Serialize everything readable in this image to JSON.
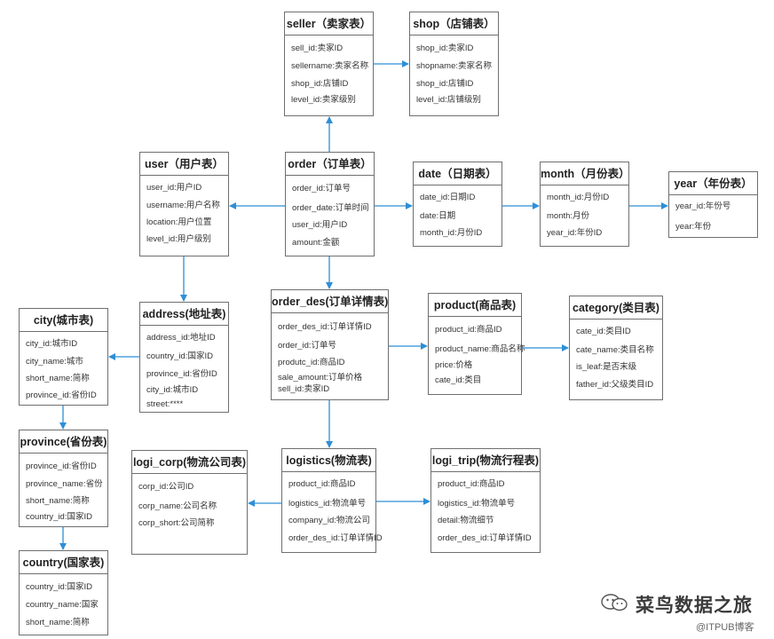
{
  "colors": {
    "arrow": "#2e8fd6",
    "border": "#6f6f6f",
    "text": "#333333"
  },
  "tables": {
    "seller": {
      "title": "seller（卖家表）",
      "fields": [
        "sell_id:卖家ID",
        "sellername:卖家名称",
        "shop_id:店铺ID",
        "level_id:卖家级别"
      ]
    },
    "shop": {
      "title": "shop（店铺表）",
      "fields": [
        "shop_id:卖家ID",
        "shopname:卖家名称",
        "shop_id:店铺ID",
        "level_id:店铺级别"
      ]
    },
    "user": {
      "title": "user（用户表）",
      "fields": [
        "user_id:用户ID",
        "username:用户名称",
        "location:用户位置",
        "level_id:用户级别"
      ]
    },
    "order": {
      "title": "order（订单表）",
      "fields": [
        "order_id:订单号",
        "order_date:订单时间",
        "user_id:用户ID",
        "amount:金额"
      ]
    },
    "date": {
      "title": "date（日期表）",
      "fields": [
        "date_id:日期ID",
        "date:日期",
        "month_id:月份ID"
      ]
    },
    "month": {
      "title": "month（月份表）",
      "fields": [
        "month_id:月份ID",
        "month:月份",
        "year_id:年份ID"
      ]
    },
    "year": {
      "title": "year（年份表）",
      "fields": [
        "year_id:年份号",
        "year:年份"
      ]
    },
    "city": {
      "title": "city(城市表)",
      "fields": [
        "city_id:城市ID",
        "city_name:城市",
        "short_name:简称",
        "province_id:省份ID"
      ]
    },
    "address": {
      "title": "address(地址表)",
      "fields": [
        "address_id:地址ID",
        "country_id:国家ID",
        "province_id:省份ID",
        "city_id:城市ID",
        "street:****"
      ]
    },
    "order_des": {
      "title": "order_des(订单详情表)",
      "fields": [
        "order_des_id:订单详情ID",
        "order_id:订单号",
        "produtc_id:商品ID",
        "sale_amount:订单价格",
        "sell_id:卖家ID"
      ]
    },
    "product": {
      "title": "product(商品表)",
      "fields": [
        "product_id:商品ID",
        "product_name:商品名称",
        "price:价格",
        "cate_id:类目"
      ]
    },
    "category": {
      "title": "category(类目表)",
      "fields": [
        "cate_id:类目ID",
        "cate_name:类目名称",
        "is_leaf:是否末级",
        "father_id:父级类目ID"
      ]
    },
    "province": {
      "title": "province(省份表)",
      "fields": [
        "province_id:省份ID",
        "province_name:省份",
        "short_name:简称",
        "country_id:国家ID"
      ]
    },
    "logi_corp": {
      "title": "logi_corp(物流公司表)",
      "fields": [
        "corp_id:公司ID",
        "corp_name:公司名称",
        "corp_short:公司简称"
      ]
    },
    "logistics": {
      "title": "logistics(物流表)",
      "fields": [
        "product_id:商品ID",
        "logistics_id:物流单号",
        "company_id:物流公司",
        "order_des_id:订单详情ID"
      ]
    },
    "logi_trip": {
      "title": "logi_trip(物流行程表)",
      "fields": [
        "product_id:商品ID",
        "logistics_id:物流单号",
        "detail:物流细节",
        "order_des_id:订单详情ID"
      ]
    },
    "country": {
      "title": "country(国家表)",
      "fields": [
        "country_id:国家ID",
        "country_name:国家",
        "short_name:简称"
      ]
    }
  },
  "watermark": {
    "main": "菜鸟数据之旅",
    "sub": "@ITPUB博客",
    "icon": "wechat-icon"
  }
}
